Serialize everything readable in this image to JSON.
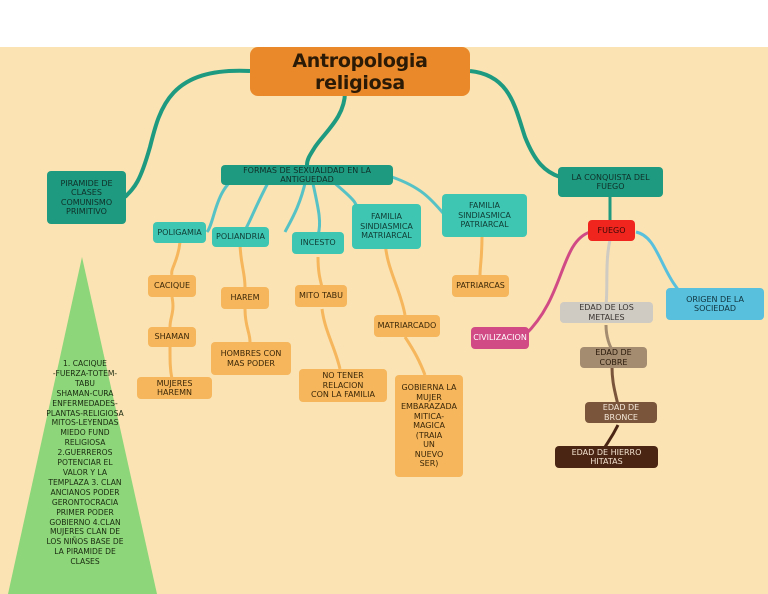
{
  "title": "Antropologia religiosa",
  "nodes": {
    "piramide": "PIRAMIDE DE\nCLASES\nCOMUNISMO\nPRIMITIVO",
    "formas": "FORMAS DE SEXUALIDAD EN LA ANTIGUEDAD",
    "conquista": "LA CONQUISTA DEL\nFUEGO",
    "poligamia": "POLIGAMIA",
    "poliandria": "POLIANDRIA",
    "incesto": "INCESTO",
    "familia_matriarcal": "FAMILIA\nSINDIASMICA\nMATRIARCAL",
    "familia_patriarcal": "FAMILIA\nSINDIASMICA\nPATRIARCAL",
    "cacique": "CACIQUE",
    "shaman": "SHAMAN",
    "mujeres_harem": "MUJERES HAREMN",
    "harem": "HAREM",
    "hombres_poder": "HOMBRES CON\nMAS PODER",
    "mito_tabu": "MITO TABU",
    "no_tener": "NO TENER RELACION\nCON LA FAMILIA",
    "matriarcado": "MATRIARCADO",
    "gobierna": "GOBIERNA LA\nMUJER\nEMBARAZADA\nMITICA-MAGICA\n(TRAIA\nUN\nNUEVO\nSER)",
    "patriarcas": "PATRIARCAS",
    "fuego": "FUEGO",
    "civilizacion": "CIVILIZACION",
    "origen": "ORIGEN DE LA\nSOCIEDAD",
    "metales": "EDAD DE LOS METALES",
    "cobre": "EDAD DE COBRE",
    "bronce": "EDAD DE BRONCE",
    "hierro": "EDAD DE HIERRO HITATAS"
  },
  "pyramid_text": "1. CACIQUE\n-FUERZA-TOTEM-\nTABU\nSHAMAN-CURA\nENFERMEDADES-\nPLANTAS-RELIGIOSA\nMITOS-LEYENDAS\nMIEDO FUND\nRELIGIOSA\n2.GUERREROS\nPOTENCIAR EL\nVALOR Y LA\nTEMPLAZA 3. CLAN\nANCIANOS PODER\nGERONTOCRACIA\nPRIMER PODER\nGOBIERNO 4.CLAN\nMUJERES CLAN DE\nLOS NIÑOS BASE DE\nLA PIRAMIDE DE\nCLASES",
  "colors": {
    "background": "#fbe3b3",
    "root": "#e9892a",
    "teal": "#1e9a80",
    "orange": "#f5b65c",
    "pyramid": "#8dd67a"
  }
}
